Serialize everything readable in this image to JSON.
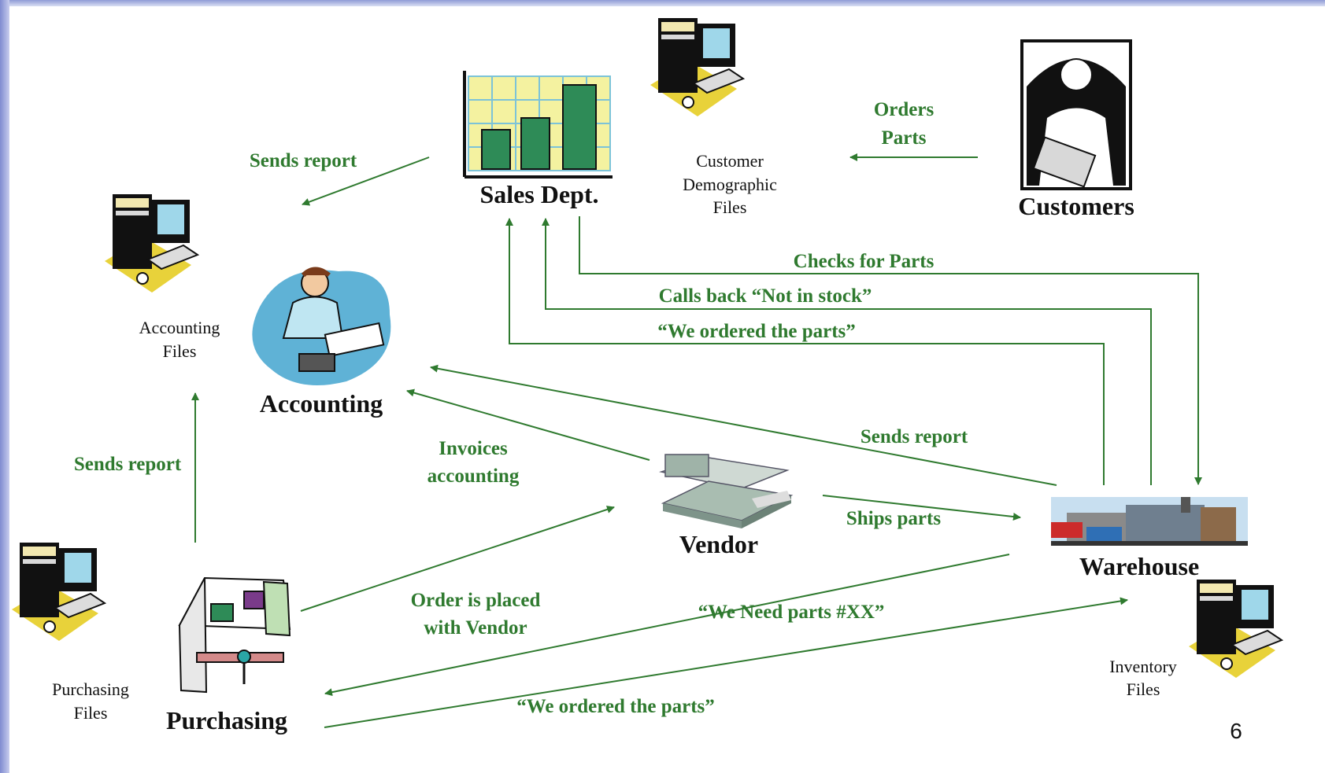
{
  "nodes": {
    "sales": "Sales Dept.",
    "customers": "Customers",
    "accounting": "Accounting",
    "vendor": "Vendor",
    "warehouse": "Warehouse",
    "purchasing": "Purchasing"
  },
  "files": {
    "customer": [
      "Customer",
      "Demographic",
      "Files"
    ],
    "accounting": [
      "Accounting",
      "Files"
    ],
    "purchasing": [
      "Purchasing",
      "Files"
    ],
    "inventory": [
      "Inventory",
      "Files"
    ]
  },
  "flows": {
    "orders_parts": [
      "Orders",
      "Parts"
    ],
    "sends_report_sales": "Sends report",
    "checks_for_parts": "Checks for Parts",
    "calls_back": "Calls back  “Not in stock”",
    "we_ordered_sales": "“We ordered the parts”",
    "sends_report_warehouse": "Sends report",
    "invoices_accounting": [
      "Invoices",
      "accounting"
    ],
    "sends_report_purchasing": "Sends report",
    "order_placed": [
      "Order is placed",
      "with Vendor"
    ],
    "ships_parts": "Ships parts",
    "we_need_parts": "“We Need parts #XX”",
    "we_ordered_purchasing": "“We ordered the parts”"
  },
  "page_number": "6",
  "colors": {
    "flow_text": "#2f7a2f",
    "arrow": "#2f7a2f",
    "frame": "#8f9bd6"
  }
}
